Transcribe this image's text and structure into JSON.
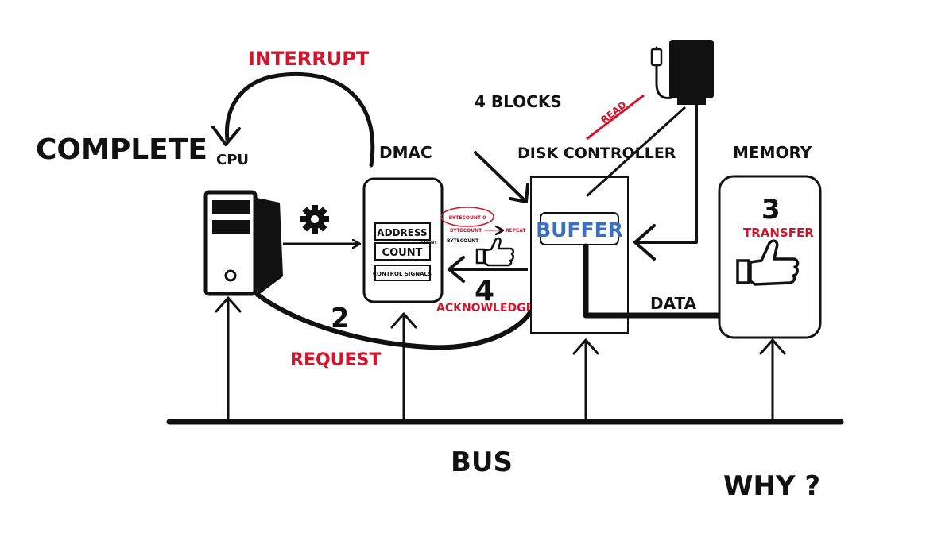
{
  "labels": {
    "complete": "COMPLETE",
    "interrupt": "INTERRUPT",
    "cpu": "CPU",
    "dmac": "DMAC",
    "four_blocks": "4 BLOCKS",
    "read": "READ",
    "disk_controller": "DISK CONTROLLER",
    "memory": "MEMORY",
    "address": "ADDRESS",
    "count": "COUNT",
    "control_signals": "CONTROL SIGNALS",
    "buffer": "BUFFER",
    "step3": "3",
    "transfer": "TRANSFER",
    "step4": "4",
    "acknowledgement": "ACKNOWLEDGEMENT",
    "step2": "2",
    "request": "REQUEST",
    "data": "DATA",
    "bus": "BUS",
    "why": "WHY ?",
    "note_bytecount_top": "BYTECOUNT 0",
    "note_bytecount_mid": "BYTECOUNT",
    "note_repeat": "REPEAT",
    "note_count": "COUNT",
    "note_bytecount_low": "BYTECOUNT"
  },
  "colors": {
    "ink": "#111111",
    "accent_red": "#d0152c",
    "buffer_blue": "#3a6fc4"
  }
}
